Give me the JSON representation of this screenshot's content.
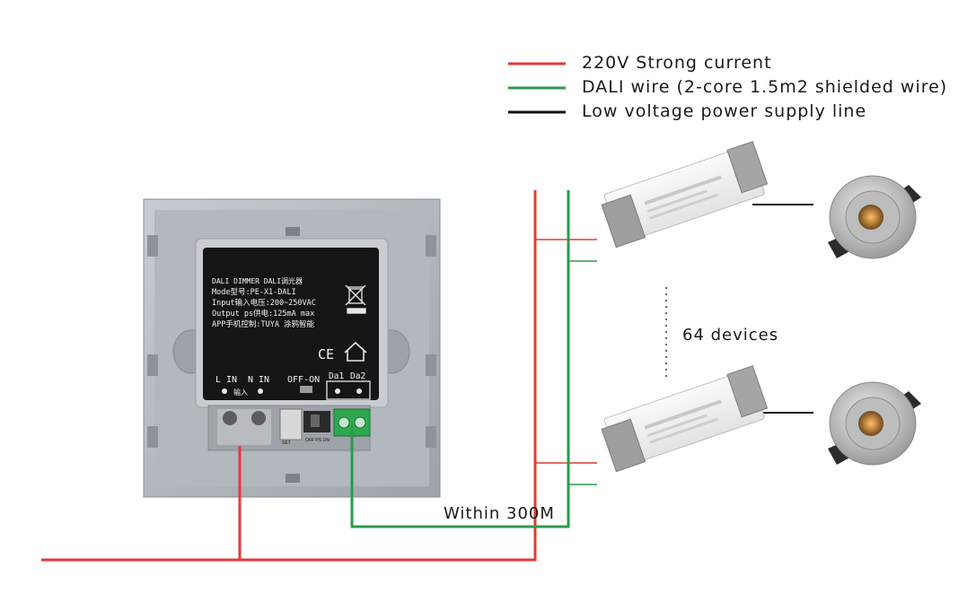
{
  "legend": [
    {
      "label": "220V Strong current",
      "color": "#e53935"
    },
    {
      "label": "DALI wire (2-core 1.5m2 shielded wire)",
      "color": "#2e9a4b"
    },
    {
      "label": "Low voltage power supply line",
      "color": "#111111"
    }
  ],
  "device_label": {
    "plate_lines": [
      "DALI DIMMER DALI调光器",
      "Mode型号:PE-X1-DALI",
      "Input输入电压:200~250VAC",
      "Output ps供电:125mA max",
      "APP手机控制:TUYA 涂鸦智能"
    ],
    "marks": "CE"
  },
  "terminals": {
    "l_in": "L IN",
    "n_in": "N IN",
    "input_cn": "输入",
    "off_on": "OFF-ON",
    "da1": "Da1",
    "da2": "Da2",
    "switch_print": "OFF PS ON",
    "set_print": "SET"
  },
  "devices_label": "64 devices",
  "distance_label": "Within 300M",
  "colors": {
    "red": "#e53935",
    "green": "#2e9a4b",
    "black": "#111111",
    "panel": "#a9aeb4",
    "plate": "#151515"
  }
}
